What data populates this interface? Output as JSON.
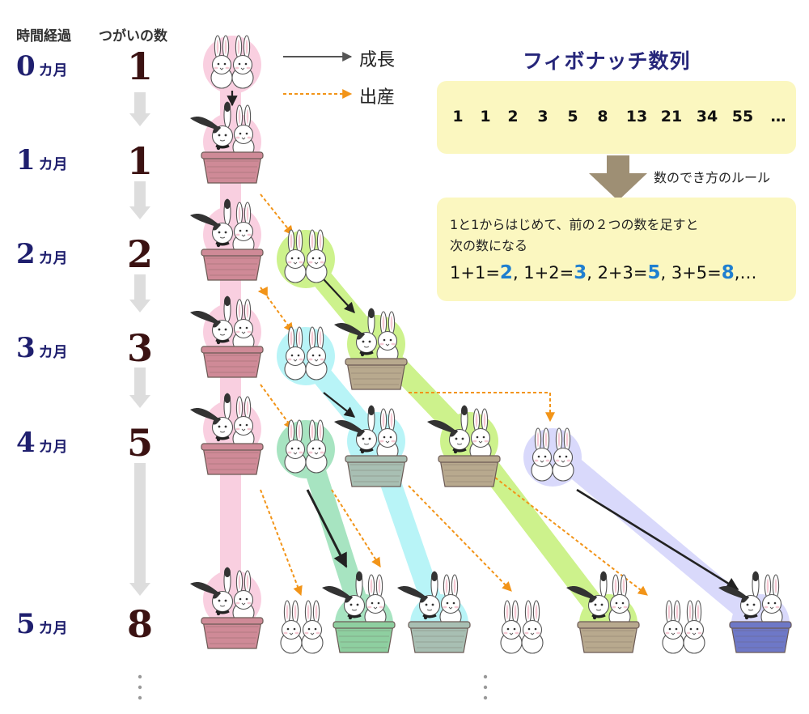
{
  "header": {
    "elapsed": "時間経過",
    "pairs": "つがいの数"
  },
  "months": [
    {
      "num": "0",
      "unit": "カ月",
      "pairs": "1"
    },
    {
      "num": "1",
      "unit": "カ月",
      "pairs": "1"
    },
    {
      "num": "2",
      "unit": "カ月",
      "pairs": "2"
    },
    {
      "num": "3",
      "unit": "カ月",
      "pairs": "3"
    },
    {
      "num": "4",
      "unit": "カ月",
      "pairs": "5"
    },
    {
      "num": "5",
      "unit": "カ月",
      "pairs": "8"
    }
  ],
  "legend": {
    "growth": "成長",
    "birth": "出産"
  },
  "fibonacci": {
    "title": "フィボナッチ数列",
    "sequence": [
      "1",
      "1",
      "2",
      "3",
      "5",
      "8",
      "13",
      "21",
      "34",
      "55",
      "…"
    ],
    "rule_caption": "数のでき方のルール",
    "rule_line1": "1と1からはじめて、前の２つの数を足すと",
    "rule_line2": "次の数になる",
    "formula": {
      "p1": "1+1=",
      "h1": "2",
      "p2": ", 1+2=",
      "h2": "3",
      "p3": ", 2+3=",
      "h3": "5",
      "p4": ", 3+5=",
      "h4": "8",
      "p5": ",…"
    }
  },
  "colors": {
    "pink": "#f9cfe0",
    "green": "#cdf28c",
    "cyan": "#b8f4f7",
    "mint": "#a7e4c1",
    "lavender": "#d9d9fb",
    "arrow_dark": "#222222",
    "arrow_birth": "#f29418",
    "basket_pink": "#cf8a97",
    "basket_tan": "#b8a98e",
    "basket_gray": "#a8bfb3",
    "basket_green": "#8ecfa0",
    "basket_blue": "#6e78c7"
  }
}
